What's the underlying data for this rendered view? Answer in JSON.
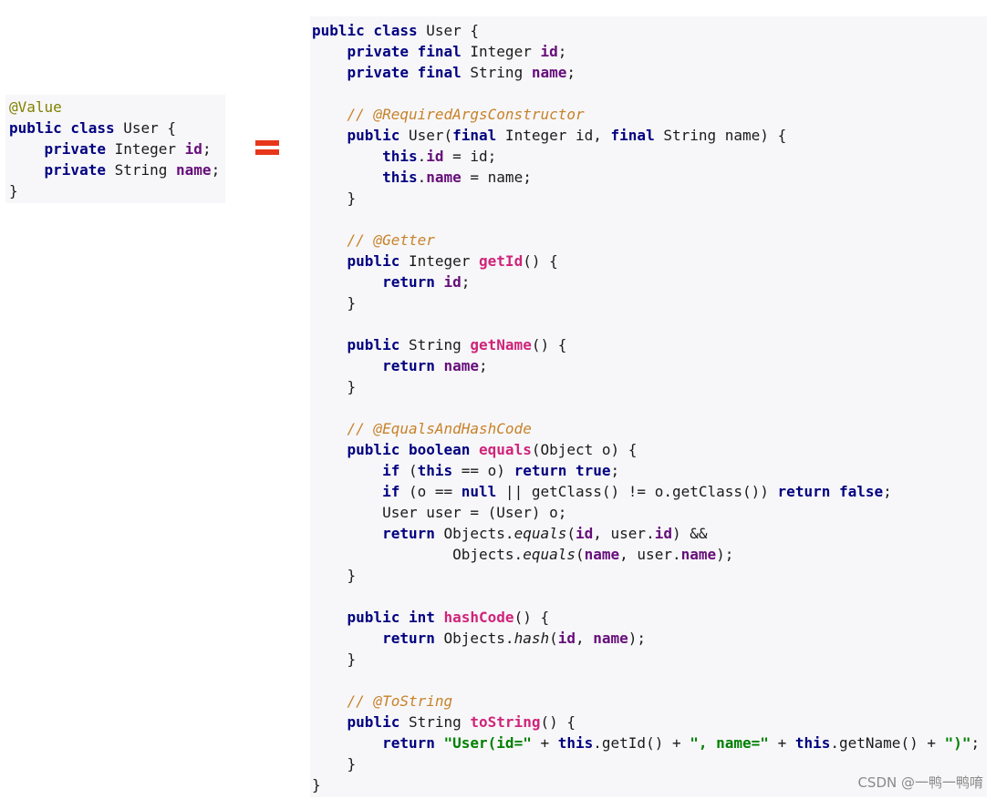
{
  "left": {
    "lines": [
      [
        [
          "@Value",
          "a"
        ]
      ],
      [
        [
          "public class",
          "k"
        ],
        [
          " User {",
          ""
        ]
      ],
      [
        [
          "    ",
          ""
        ],
        [
          "private",
          "k"
        ],
        [
          " Integer ",
          ""
        ],
        [
          "id",
          "f"
        ],
        [
          ";",
          ""
        ]
      ],
      [
        [
          "    ",
          ""
        ],
        [
          "private",
          "k"
        ],
        [
          " String ",
          ""
        ],
        [
          "name",
          "f"
        ],
        [
          ";",
          ""
        ]
      ],
      [
        [
          "}",
          ""
        ]
      ]
    ]
  },
  "equals_sign": "=",
  "right": {
    "lines": [
      [
        [
          "public class",
          "k"
        ],
        [
          " User {",
          ""
        ]
      ],
      [
        [
          "    ",
          ""
        ],
        [
          "private final",
          "k"
        ],
        [
          " Integer ",
          ""
        ],
        [
          "id",
          "f"
        ],
        [
          ";",
          ""
        ]
      ],
      [
        [
          "    ",
          ""
        ],
        [
          "private final",
          "k"
        ],
        [
          " String ",
          ""
        ],
        [
          "name",
          "f"
        ],
        [
          ";",
          ""
        ]
      ],
      [],
      [
        [
          "    ",
          ""
        ],
        [
          "// @RequiredArgsConstructor",
          "c"
        ]
      ],
      [
        [
          "    ",
          ""
        ],
        [
          "public",
          "k"
        ],
        [
          " User(",
          ""
        ],
        [
          "final",
          "k"
        ],
        [
          " Integer id, ",
          ""
        ],
        [
          "final",
          "k"
        ],
        [
          " String name) {",
          ""
        ]
      ],
      [
        [
          "        ",
          ""
        ],
        [
          "this",
          "k"
        ],
        [
          ".",
          ""
        ],
        [
          "id",
          "f"
        ],
        [
          " = id;",
          ""
        ]
      ],
      [
        [
          "        ",
          ""
        ],
        [
          "this",
          "k"
        ],
        [
          ".",
          ""
        ],
        [
          "name",
          "f"
        ],
        [
          " = name;",
          ""
        ]
      ],
      [
        [
          "    }",
          ""
        ]
      ],
      [],
      [
        [
          "    ",
          ""
        ],
        [
          "// @Getter",
          "c"
        ]
      ],
      [
        [
          "    ",
          ""
        ],
        [
          "public",
          "k"
        ],
        [
          " Integer ",
          ""
        ],
        [
          "getId",
          "m"
        ],
        [
          "() {",
          ""
        ]
      ],
      [
        [
          "        ",
          ""
        ],
        [
          "return",
          "k"
        ],
        [
          " ",
          ""
        ],
        [
          "id",
          "f"
        ],
        [
          ";",
          ""
        ]
      ],
      [
        [
          "    }",
          ""
        ]
      ],
      [],
      [
        [
          "    ",
          ""
        ],
        [
          "public",
          "k"
        ],
        [
          " String ",
          ""
        ],
        [
          "getName",
          "m"
        ],
        [
          "() {",
          ""
        ]
      ],
      [
        [
          "        ",
          ""
        ],
        [
          "return",
          "k"
        ],
        [
          " ",
          ""
        ],
        [
          "name",
          "f"
        ],
        [
          ";",
          ""
        ]
      ],
      [
        [
          "    }",
          ""
        ]
      ],
      [],
      [
        [
          "    ",
          ""
        ],
        [
          "// @EqualsAndHashCode",
          "c"
        ]
      ],
      [
        [
          "    ",
          ""
        ],
        [
          "public boolean",
          "k"
        ],
        [
          " ",
          ""
        ],
        [
          "equals",
          "m"
        ],
        [
          "(Object o) {",
          ""
        ]
      ],
      [
        [
          "        ",
          ""
        ],
        [
          "if",
          "k"
        ],
        [
          " (",
          ""
        ],
        [
          "this",
          "k"
        ],
        [
          " == o) ",
          ""
        ],
        [
          "return true",
          "k"
        ],
        [
          ";",
          ""
        ]
      ],
      [
        [
          "        ",
          ""
        ],
        [
          "if",
          "k"
        ],
        [
          " (o == ",
          ""
        ],
        [
          "null",
          "k"
        ],
        [
          " || getClass() != o.getClass()) ",
          ""
        ],
        [
          "return false",
          "k"
        ],
        [
          ";",
          ""
        ]
      ],
      [
        [
          "        User user = (User) o;",
          ""
        ]
      ],
      [
        [
          "        ",
          ""
        ],
        [
          "return",
          "k"
        ],
        [
          " Objects.",
          ""
        ],
        [
          "equals",
          "i"
        ],
        [
          "(",
          ""
        ],
        [
          "id",
          "f"
        ],
        [
          ", user.",
          ""
        ],
        [
          "id",
          "f"
        ],
        [
          ") &&",
          ""
        ]
      ],
      [
        [
          "                Objects.",
          ""
        ],
        [
          "equals",
          "i"
        ],
        [
          "(",
          ""
        ],
        [
          "name",
          "f"
        ],
        [
          ", user.",
          ""
        ],
        [
          "name",
          "f"
        ],
        [
          ");",
          ""
        ]
      ],
      [
        [
          "    }",
          ""
        ]
      ],
      [],
      [
        [
          "    ",
          ""
        ],
        [
          "public int",
          "k"
        ],
        [
          " ",
          ""
        ],
        [
          "hashCode",
          "m"
        ],
        [
          "() {",
          ""
        ]
      ],
      [
        [
          "        ",
          ""
        ],
        [
          "return",
          "k"
        ],
        [
          " Objects.",
          ""
        ],
        [
          "hash",
          "i"
        ],
        [
          "(",
          ""
        ],
        [
          "id",
          "f"
        ],
        [
          ", ",
          ""
        ],
        [
          "name",
          "f"
        ],
        [
          ");",
          ""
        ]
      ],
      [
        [
          "    }",
          ""
        ]
      ],
      [],
      [
        [
          "    ",
          ""
        ],
        [
          "// @ToString",
          "c"
        ]
      ],
      [
        [
          "    ",
          ""
        ],
        [
          "public",
          "k"
        ],
        [
          " String ",
          ""
        ],
        [
          "toString",
          "m"
        ],
        [
          "() {",
          ""
        ]
      ],
      [
        [
          "        ",
          ""
        ],
        [
          "return",
          "k"
        ],
        [
          " ",
          ""
        ],
        [
          "\"User(id=\"",
          "s"
        ],
        [
          " + ",
          ""
        ],
        [
          "this",
          "k"
        ],
        [
          ".getId() + ",
          ""
        ],
        [
          "\", name=\"",
          "s"
        ],
        [
          " + ",
          ""
        ],
        [
          "this",
          "k"
        ],
        [
          ".getName() + ",
          ""
        ],
        [
          "\")\"",
          "s"
        ],
        [
          ";",
          ""
        ]
      ],
      [
        [
          "    }",
          ""
        ]
      ],
      [
        [
          "}",
          ""
        ]
      ]
    ]
  },
  "watermark": "CSDN @一鸭一鸭唷"
}
